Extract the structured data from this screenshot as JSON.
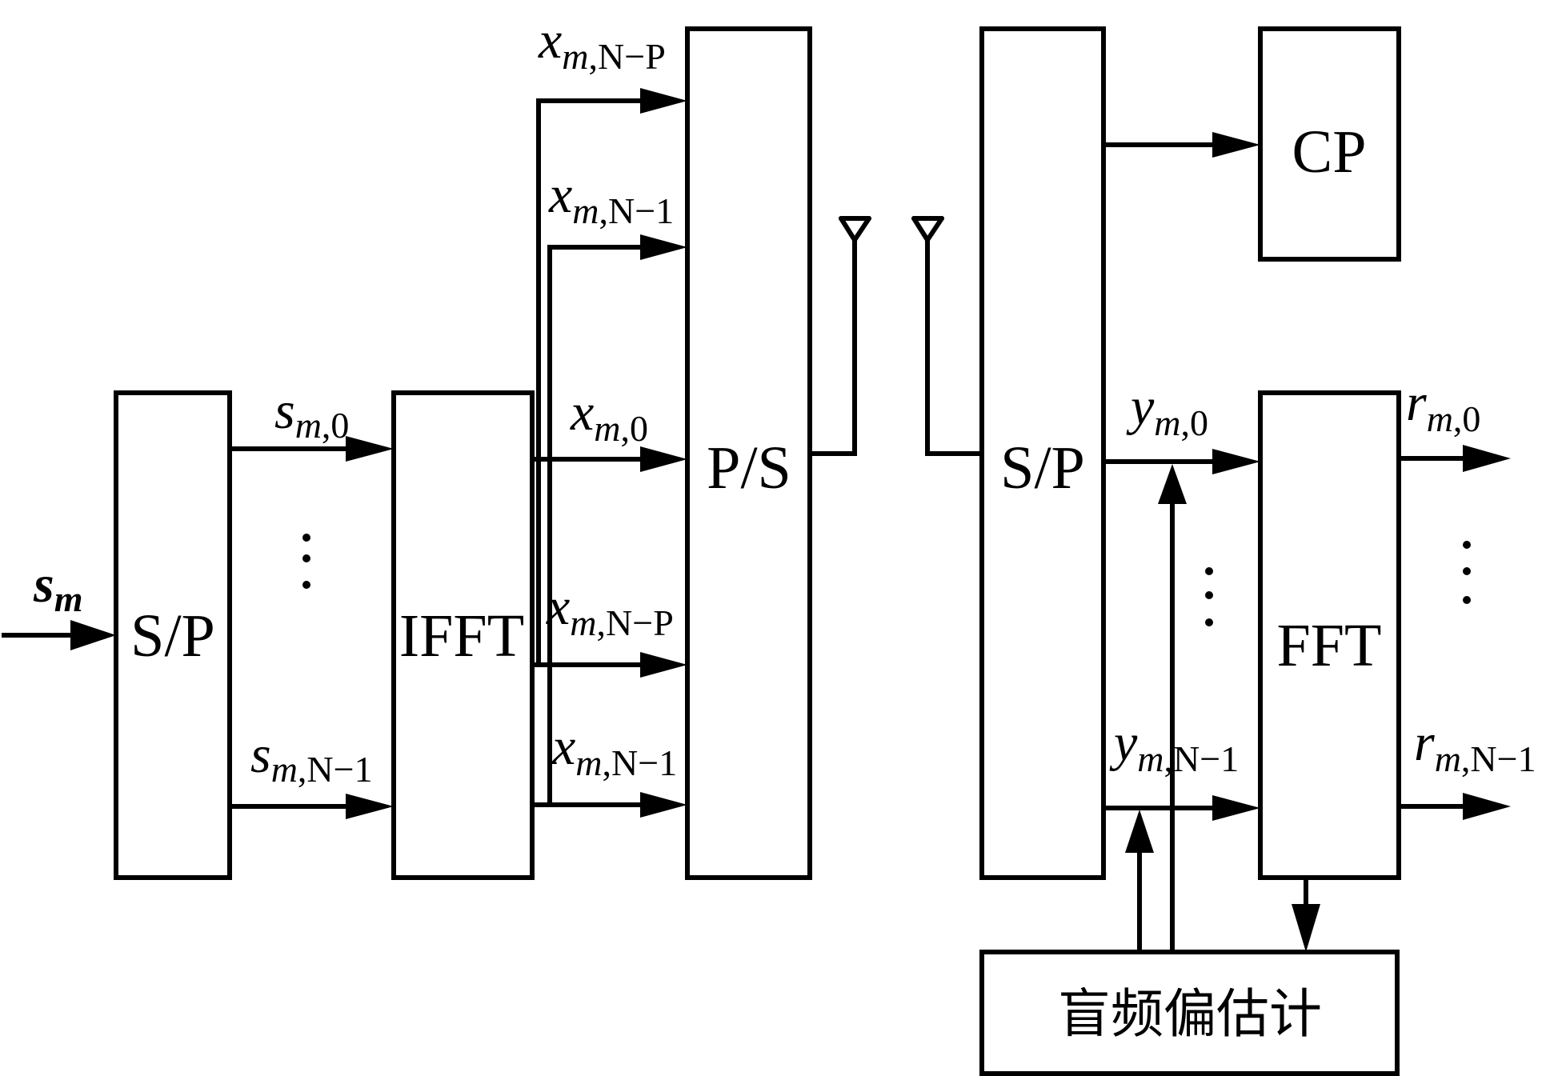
{
  "diagram": {
    "title": "OFDM transmitter/receiver block diagram with blind frequency offset estimation",
    "blocks": {
      "sp_tx": "S/P",
      "ifft": "IFFT",
      "ps": "P/S",
      "sp_rx": "S/P",
      "cp": "CP",
      "fft": "FFT",
      "estimator": "盲频偏估计"
    },
    "signals": {
      "input": {
        "base": "s",
        "sub": "m",
        "bold": true
      },
      "s0": {
        "base": "s",
        "sub": "m",
        "idx": ",0"
      },
      "sN1": {
        "base": "s",
        "sub": "m",
        "idx": ",N−1"
      },
      "xNP_top": {
        "base": "x",
        "sub": "m",
        "idx": ",N−P"
      },
      "xN1_top": {
        "base": "x",
        "sub": "m",
        "idx": ",N−1"
      },
      "x0": {
        "base": "x",
        "sub": "m",
        "idx": ",0"
      },
      "xNP": {
        "base": "x",
        "sub": "m",
        "idx": ",N−P"
      },
      "xN1": {
        "base": "x",
        "sub": "m",
        "idx": ",N−1"
      },
      "y0": {
        "base": "y",
        "sub": "m",
        "idx": ",0"
      },
      "yN1": {
        "base": "y",
        "sub": "m",
        "idx": ",N−1"
      },
      "r0": {
        "base": "r",
        "sub": "m",
        "idx": ",0"
      },
      "rN1": {
        "base": "r",
        "sub": "m",
        "idx": ",N−1"
      }
    },
    "ellipsis": "⋮",
    "icons": {
      "tx_antenna": "antenna-icon",
      "rx_antenna": "antenna-icon"
    }
  }
}
